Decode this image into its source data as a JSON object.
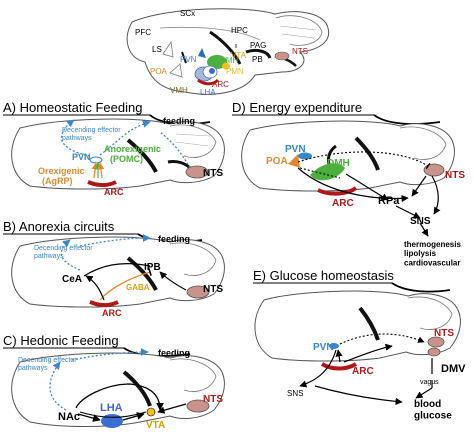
{
  "overview": {
    "labels": {
      "pfc": "PFC",
      "scx": "SCx",
      "hpc": "HPC",
      "ls": "LS",
      "pvn": "PVN",
      "dmh": "DMH",
      "vta": "VTA",
      "pag": "PAG",
      "nts": "NTS",
      "poa": "POA",
      "pmn": "PMN",
      "pb": "PB",
      "vmh": "VMH",
      "arc": "ARC",
      "lha": "LHA"
    }
  },
  "panels": {
    "a": {
      "title": "A) Homeostatic Feeding",
      "descending": "Decending effector\npathways",
      "feeding": "feeding",
      "anorexigenic": "Anorexigenic",
      "pomc": "(POMC)",
      "orexigenic": "Orexigenic",
      "agrp": "(AgRP)",
      "pvn": "PVN",
      "arc": "ARC",
      "nts": "NTS"
    },
    "b": {
      "title": "B) Anorexia circuits",
      "descending": "Decending effector\npathways",
      "feeding": "feeding",
      "ipb": "IPB",
      "gaba": "GABA",
      "cea": "CeA",
      "arc": "ARC",
      "nts": "NTS"
    },
    "c": {
      "title": "C) Hedonic Feeding",
      "descending": "Decending effector\npathways",
      "feeding": "feeding",
      "nac": "NAc",
      "lha": "LHA",
      "vta": "VTA",
      "nts": "NTS"
    },
    "d": {
      "title": "D) Energy expenditure",
      "pvn": "PVN",
      "dmh": "DMH",
      "poa": "POA",
      "arc": "ARC",
      "rpa": "RPa",
      "nts": "NTS",
      "sns": "SNS",
      "outcomes": "thermogenesis\nlipolysis\ncardiovascular"
    },
    "e": {
      "title": "E) Glucose homeostasis",
      "pvn": "PVN",
      "arc": "ARC",
      "nts": "NTS",
      "dmv": "DMV",
      "vagus": "vagus",
      "sns": "SNS",
      "outcome": "blood\nglucose"
    }
  },
  "colors": {
    "blue": "#3a86c8",
    "green": "#4caf3e",
    "orange": "#e08a30",
    "red": "#b01818",
    "nts_fill": "#c9928a",
    "lha_fill": "#3a6fd0",
    "vta_fill": "#f0c020",
    "yellow_text": "#d4a400",
    "pmn_text": "#e0c030",
    "lha_text": "#4466cc",
    "vmh_text": "#7a6a20",
    "gaba": "#d4a020"
  }
}
